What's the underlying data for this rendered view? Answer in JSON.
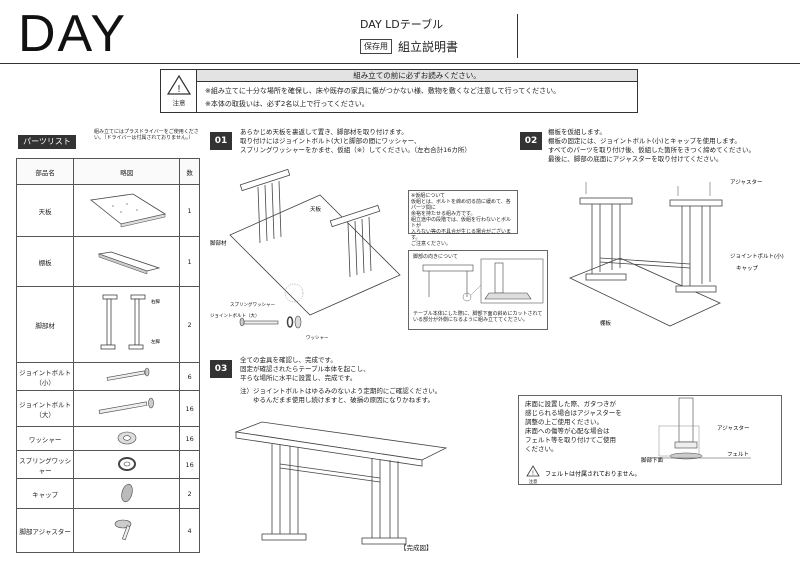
{
  "header": {
    "logo": "DAY",
    "product": "DAY LDテーブル",
    "badge": "保存用",
    "title": "組立説明書"
  },
  "warning": {
    "heading": "組み立ての前に必ずお読みください。",
    "icon_label": "注意",
    "lines": [
      "※組み立てに十分な場所を確保し、床や既存の家具に傷がつかない様、敷物を敷くなど注意して行ってください。",
      "※本体の取扱いは、必ず2名以上で行ってください。"
    ]
  },
  "parts": {
    "title": "パーツリスト",
    "note": "組み立てにはプラスドライバーをご使用ください。（ドライバーは付属されておりません。）",
    "columns": [
      "部品名",
      "略図",
      "数"
    ],
    "rows": [
      {
        "name": "天板",
        "qty": "1"
      },
      {
        "name": "棚板",
        "qty": "1"
      },
      {
        "name": "脚部材",
        "qty": "2",
        "labels": [
          "右脚",
          "左脚"
        ]
      },
      {
        "name": "ジョイントボルト（小）",
        "qty": "6"
      },
      {
        "name": "ジョイントボルト（大）",
        "qty": "16"
      },
      {
        "name": "ワッシャー",
        "qty": "16"
      },
      {
        "name": "スプリングワッシャー",
        "qty": "16"
      },
      {
        "name": "キャップ",
        "qty": "2"
      },
      {
        "name": "脚部アジャスター",
        "qty": "4"
      }
    ]
  },
  "step1": {
    "num": "01",
    "lines": [
      "あらかじめ天板を裏返して置き、脚部材を取り付けます。",
      "取り付けにはジョイントボルト(大)と脚部の間にワッシャー、",
      "スプリングワッシャーをかませ、仮組（※）してください。（左右合計16カ所）"
    ],
    "labels": {
      "top": "天板",
      "leg": "脚部材",
      "spring": "スプリングワッシャー",
      "bolt": "ジョイントボルト（大）",
      "washer": "ワッシャー"
    }
  },
  "kari_note": {
    "lines": [
      "※仮組について",
      "仮組とは、ボルトを締め切る前に緩めて、各パーツ間に",
      "余裕を持たせる組み方です。",
      "組立途中の段階では、仮組を行わないとボルトが",
      "入らない等の不具合が生じる場合がございます。",
      "ご注意ください。"
    ]
  },
  "leg_direction": {
    "title": "脚部の向きについて",
    "caption": "テーブル本体にした際に、脚部下面の斜めにカットされている部分が外側になるように組み立ててください。"
  },
  "step2": {
    "num": "02",
    "lines": [
      "棚板を仮組します。",
      "棚板の固定には、ジョイントボルト(小)とキャップを使用します。",
      "すべてのパーツを取り付け後、仮組した箇所をきつく締めてください。",
      "最後に、脚部の底面にアジャスターを取り付けてください。"
    ],
    "labels": {
      "adjuster": "アジャスター",
      "bolt_small": "ジョイントボルト(小)",
      "cap": "キャップ",
      "shelf": "棚板"
    }
  },
  "step3": {
    "num": "03",
    "lines": [
      "全ての金具を確認し、完成です。",
      "固定が確認されたらテーブル本体を起こし、",
      "平らな場所に水平に設置し、完成です。"
    ],
    "notes": [
      "注）ジョイントボルトはゆるみのないよう定期的にご確認ください。",
      "　　ゆるんだまま使用し続けますと、破損の原因になりかねます。"
    ],
    "caption": "【完成図】"
  },
  "adjuster_note": {
    "lines": [
      "床面に設置した際、ガタつきが",
      "感じられる場合はアジャスターを",
      "調整の上ご使用ください。",
      "床面への傷等が心配な場合は",
      "フェルト等を取り付けてご使用",
      "ください。"
    ],
    "warn": "フェルトは付属されておりません。",
    "warn_icon_label": "注意",
    "labels": {
      "adjuster": "アジャスター",
      "leg_bottom": "脚部下面",
      "felt": "フェルト"
    }
  }
}
